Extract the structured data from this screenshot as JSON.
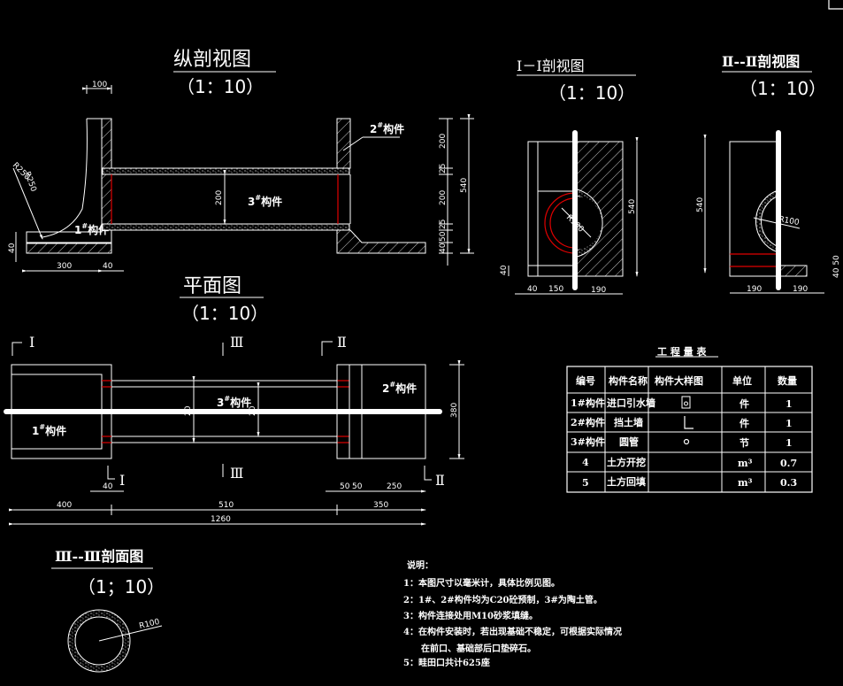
{
  "views": {
    "longitudinal": {
      "title": "纵剖视图",
      "scale": "（1：10）",
      "dims": {
        "top_width": "100",
        "radius": "R250",
        "radius2": "R250",
        "base_height": "40",
        "base_len": "300",
        "wall": "40",
        "pipe_dia": "200",
        "right_chain": [
          "200",
          "25",
          "200",
          "25",
          "50",
          "40"
        ],
        "total_height": "540"
      },
      "labels": {
        "part1": "1",
        "part2": "2",
        "part3": "3",
        "part_suffix": "构件",
        "sup": "#"
      }
    },
    "section_1": {
      "title": "Ⅰ－Ⅰ剖视图",
      "scale": "（1：10）",
      "dims": {
        "radius": "R100",
        "height": "540",
        "base": "40",
        "w1": "40",
        "w2": "150",
        "w3": "190"
      }
    },
    "section_2": {
      "title": "Ⅱ--Ⅱ剖视图",
      "scale": "（1：10）",
      "dims": {
        "radius": "R100",
        "height": "540",
        "w1": "190",
        "w2": "190",
        "side": "40 50"
      }
    },
    "plan": {
      "title": "平面图",
      "scale": "（1：10）",
      "marks": {
        "sec1": "Ⅰ",
        "sec2": "Ⅱ",
        "sec3": "Ⅲ"
      },
      "dims": {
        "pipe1": "20",
        "pipe2": "20",
        "width": "380",
        "wall": "40",
        "d400": "400",
        "d510": "510",
        "d50a": "50",
        "d50b": "50",
        "d250": "250",
        "d350": "350",
        "total": "1260"
      }
    },
    "section_3": {
      "title": "Ⅲ--Ⅲ剖面图",
      "scale": "（1；10）",
      "radius": "R100"
    }
  },
  "quantity_table": {
    "title": "工 程 量 表",
    "headers": [
      "编号",
      "构件名称",
      "构件大样图",
      "单位",
      "数量"
    ],
    "rows": [
      {
        "id": "1#构件",
        "name": "进口引水墙",
        "icon": "box-with-circle",
        "unit": "件",
        "qty": "1"
      },
      {
        "id": "2#构件",
        "name": "挡土墙",
        "icon": "l-shape",
        "unit": "件",
        "qty": "1"
      },
      {
        "id": "3#构件",
        "name": "圆管",
        "icon": "small-circle",
        "unit": "节",
        "qty": "1"
      },
      {
        "id": "4",
        "name": "土方开挖",
        "icon": "",
        "unit": "m³",
        "qty": "0.7"
      },
      {
        "id": "5",
        "name": "土方回填",
        "icon": "",
        "unit": "m³",
        "qty": "0.3"
      }
    ]
  },
  "notes": {
    "heading": "说明：",
    "items": [
      "1：本图尺寸以毫米计，具体比例见图。",
      "2：1#、2#构件均为C20砼预制，3#为陶土管。",
      "3：构件连接处用M10砂浆填缝。",
      "4：在构件安装时，若出现基础不稳定，可根据实际情况",
      "　　在前口、基础部后口垫碎石。",
      "5：畦田口共计625座"
    ]
  },
  "colors": {
    "background": "#000000",
    "line": "#ffffff",
    "accent": "#e00000"
  }
}
